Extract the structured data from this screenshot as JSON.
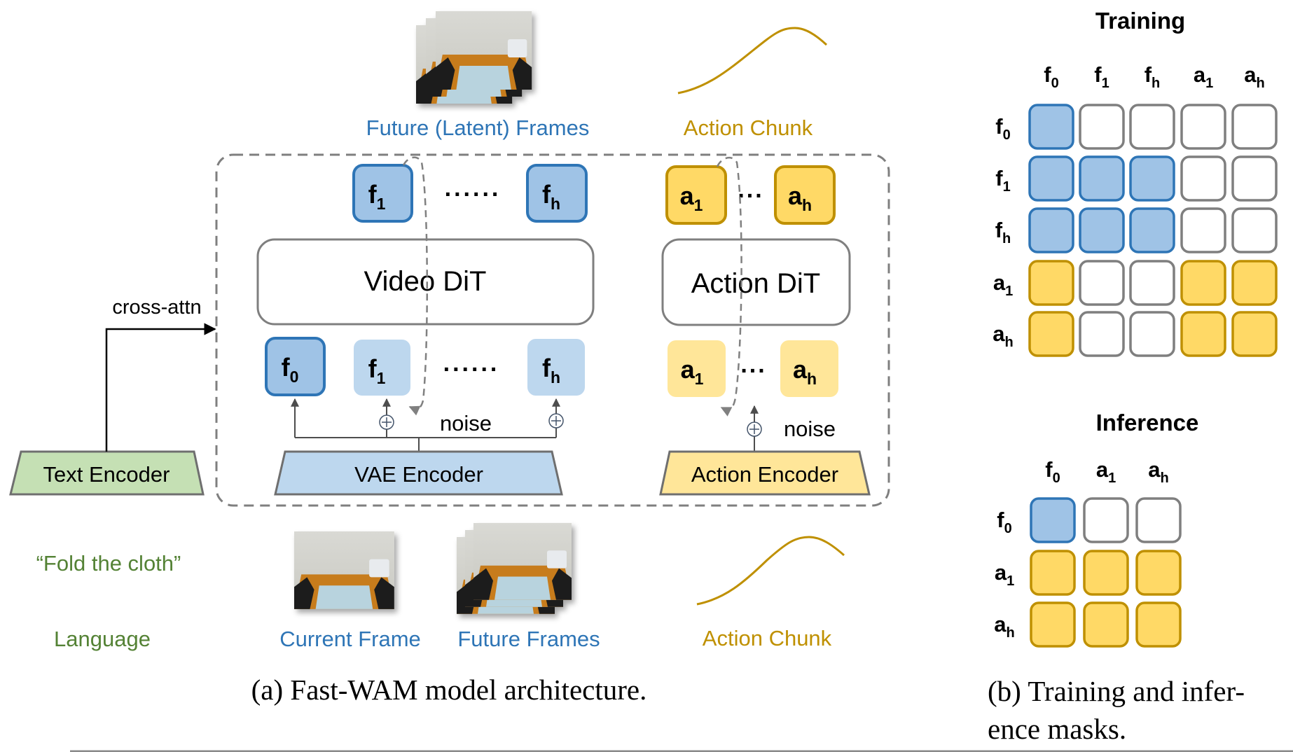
{
  "architecture": {
    "caption": "(a) Fast-WAM model architecture.",
    "top_labels": {
      "future_latent_frames": "Future (Latent) Frames",
      "action_chunk": "Action Chunk"
    },
    "top_tokens": {
      "video": [
        {
          "base": "f",
          "sub": "1"
        },
        {
          "base": "f",
          "sub": "h"
        }
      ],
      "video_ellipsis": "......",
      "action": [
        {
          "base": "a",
          "sub": "1"
        },
        {
          "base": "a",
          "sub": "h"
        }
      ],
      "action_ellipsis": "..."
    },
    "video_dit_label": "Video DiT",
    "action_dit_label": "Action DiT",
    "bottom_tokens": {
      "video": [
        {
          "base": "f",
          "sub": "0",
          "clean": true
        },
        {
          "base": "f",
          "sub": "1",
          "clean": false
        },
        {
          "base": "f",
          "sub": "h",
          "clean": false
        }
      ],
      "video_ellipsis": "......",
      "action": [
        {
          "base": "a",
          "sub": "1"
        },
        {
          "base": "a",
          "sub": "h"
        }
      ],
      "action_ellipsis": "..."
    },
    "noise_label": "noise",
    "cross_attn_label": "cross-attn",
    "encoders": {
      "text": "Text Encoder",
      "vae": "VAE Encoder",
      "action": "Action Encoder"
    },
    "inputs": {
      "instruction": "“Fold the cloth”",
      "language": "Language",
      "current_frame": "Current Frame",
      "future_frames": "Future Frames",
      "action_chunk": "Action Chunk"
    }
  },
  "masks": {
    "caption_line1": "(b) Training and infer-",
    "caption_line2": "ence masks.",
    "training": {
      "title": "Training",
      "tokens": [
        {
          "base": "f",
          "sub": "0"
        },
        {
          "base": "f",
          "sub": "1"
        },
        {
          "base": "f",
          "sub": "h"
        },
        {
          "base": "a",
          "sub": "1"
        },
        {
          "base": "a",
          "sub": "h"
        }
      ],
      "grid": [
        [
          "video",
          "empty",
          "empty",
          "empty",
          "empty"
        ],
        [
          "video",
          "video",
          "video",
          "empty",
          "empty"
        ],
        [
          "video",
          "video",
          "video",
          "empty",
          "empty"
        ],
        [
          "action",
          "empty",
          "empty",
          "action",
          "action"
        ],
        [
          "action",
          "empty",
          "empty",
          "action",
          "action"
        ]
      ]
    },
    "inference": {
      "title": "Inference",
      "tokens": [
        {
          "base": "f",
          "sub": "0"
        },
        {
          "base": "a",
          "sub": "1"
        },
        {
          "base": "a",
          "sub": "h"
        }
      ],
      "grid": [
        [
          "video",
          "empty",
          "empty"
        ],
        [
          "action",
          "action",
          "action"
        ],
        [
          "action",
          "action",
          "action"
        ]
      ]
    }
  },
  "colors": {
    "video_fill": "#9fc3e6",
    "video_fill_light": "#bdd7ee",
    "video_stroke": "#2e75b6",
    "action_fill": "#ffd966",
    "action_fill_light": "#ffe699",
    "action_stroke": "#bf9000",
    "empty_stroke": "#7f7f7f",
    "text_encoder_fill": "#c5e0b4",
    "vae_fill": "#bdd7ee",
    "action_encoder_fill": "#ffe699",
    "video_label": "#2e75b6",
    "action_label": "#bf9000",
    "language_label": "#548235"
  }
}
